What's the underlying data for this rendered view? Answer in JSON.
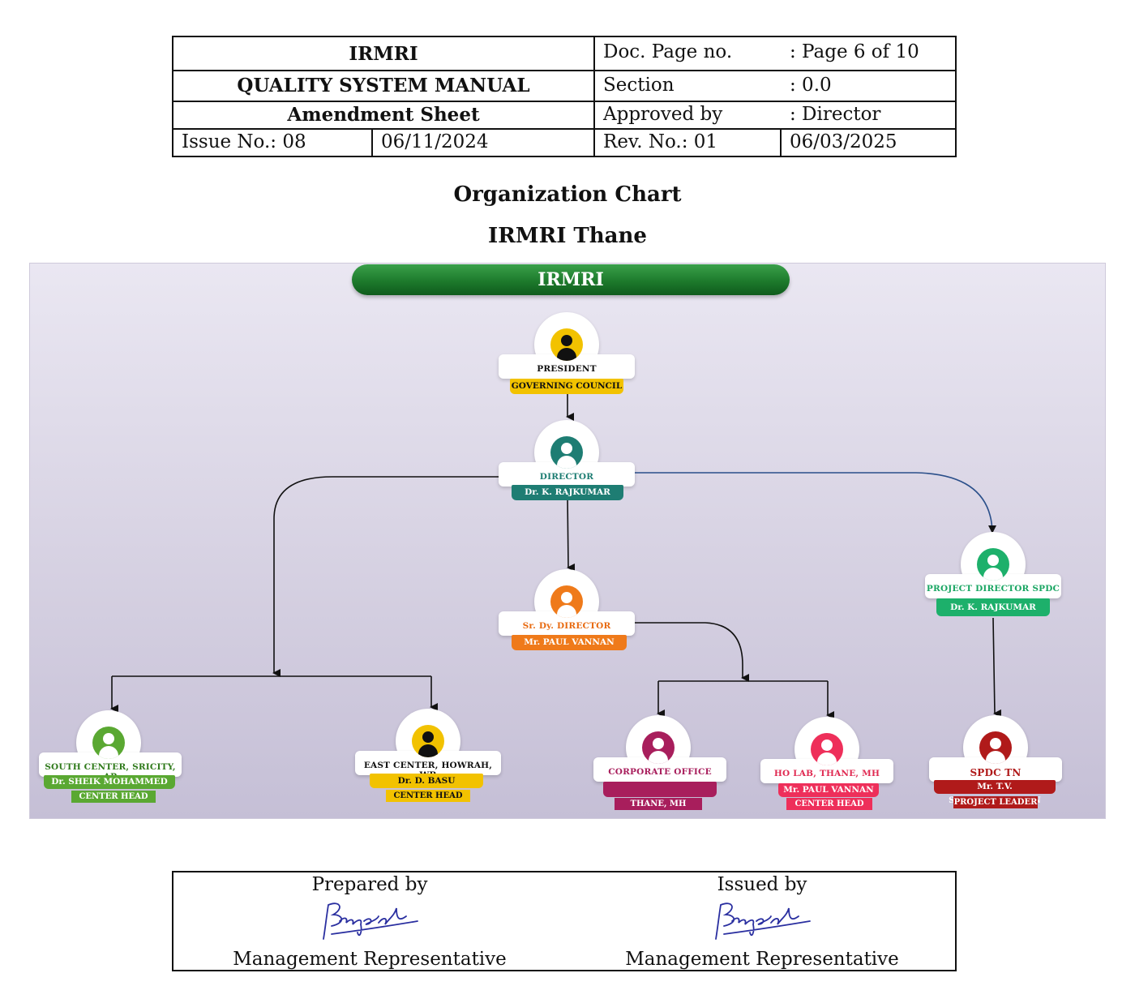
{
  "header": {
    "org": "IRMRI",
    "manual": "QUALITY SYSTEM MANUAL",
    "sheet": "Amendment Sheet",
    "issue_no": "Issue No.: 08",
    "issue_date": "06/11/2024",
    "doc_page_label": "Doc. Page no.",
    "doc_page_value": ": Page 6 of 10",
    "section_label": "Section",
    "section_value": ": 0.0",
    "approved_label": "Approved by",
    "approved_value": ": Director",
    "rev_no": "Rev. No.: 01",
    "rev_date": "06/03/2025"
  },
  "titles": {
    "chart_title": "Organization Chart",
    "chart_subtitle": "IRMRI Thane"
  },
  "chart": {
    "banner": "IRMRI",
    "nodes": {
      "president": {
        "role": "PRESIDENT",
        "name": "GOVERNING COUNCIL",
        "color": "#f2c200",
        "role_color": "#111111"
      },
      "director": {
        "role": "DIRECTOR",
        "name": "Dr. K. RAJKUMAR",
        "color": "#1e7d73",
        "role_color": "#1e7d73"
      },
      "sr_dy": {
        "role": "Sr. Dy. DIRECTOR",
        "name": "Mr. PAUL VANNAN",
        "color": "#ef7a1a",
        "role_color": "#e86a10"
      },
      "proj_dir": {
        "role": "PROJECT DIRECTOR SPDC",
        "name": "Dr. K. RAJKUMAR",
        "color": "#1db06b",
        "role_color": "#1aa663"
      },
      "south": {
        "role": "SOUTH CENTER, SRICITY, AP",
        "name": "Dr. SHEIK MOHAMMED",
        "tag": "CENTER HEAD",
        "color": "#5aa832",
        "role_color": "#2f7a1b"
      },
      "east": {
        "role": "EAST CENTER, HOWRAH, WB",
        "name": "Dr. D. BASU",
        "tag": "CENTER HEAD",
        "color": "#f2c200",
        "role_color": "#111111"
      },
      "corporate": {
        "role": "CORPORATE OFFICE",
        "name": "",
        "tag": "THANE, MH",
        "color": "#a81e5c",
        "role_color": "#a81e5c"
      },
      "holab": {
        "role": "HO LAB, THANE, MH",
        "name": "Mr. PAUL VANNAN",
        "tag": "CENTER HEAD",
        "color": "#ee2f5a",
        "role_color": "#e02a52"
      },
      "spdc": {
        "role": "SPDC TN",
        "name": "Mr. T.V. SETHUMADHAVAN",
        "tag": "PROJECT LEADER",
        "color": "#b01a1a",
        "role_color": "#b01a1a"
      }
    }
  },
  "footer": {
    "prepared_by": "Prepared by",
    "issued_by": "Issued by",
    "prepared_role": "Management Representative",
    "issued_role": "Management Representative",
    "signature_text": "Bleepgate"
  }
}
